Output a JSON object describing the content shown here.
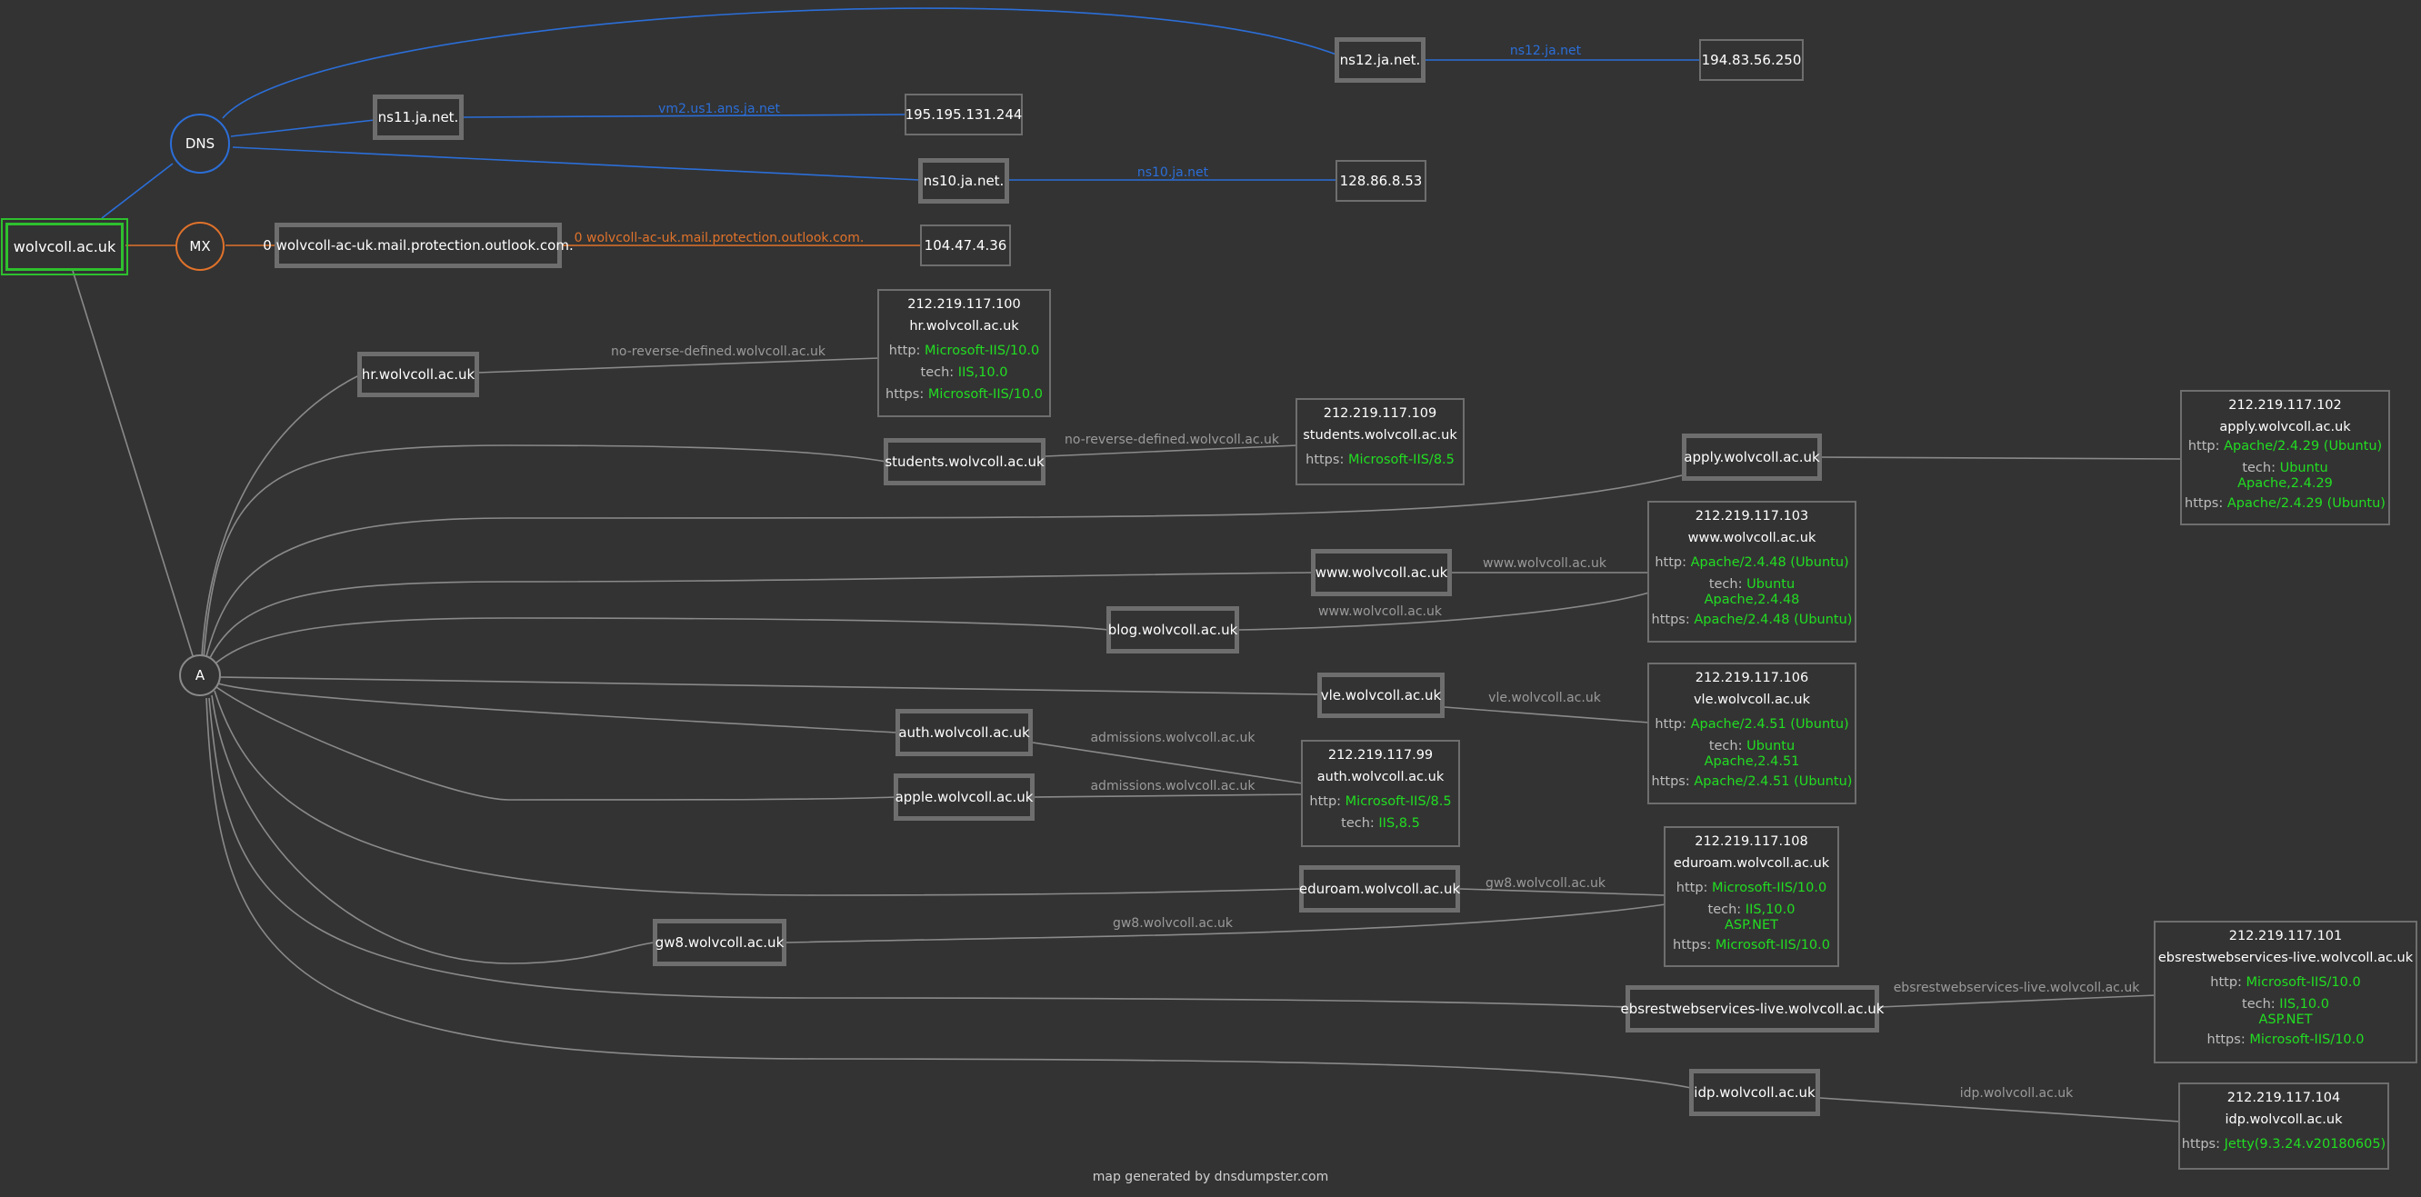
{
  "colors": {
    "background": "#333333",
    "dns_edge": "#2b6ed8",
    "mx_edge": "#e0722a",
    "a_edge": "#8a8a8a",
    "node_border": "#6e6e6e",
    "root_border": "#2ec02e",
    "value_green": "#22dd22"
  },
  "root": {
    "label": "wolvcoll.ac.uk"
  },
  "hubs": {
    "dns": "DNS",
    "mx": "MX",
    "a": "A"
  },
  "dns": {
    "ns12": {
      "host": "ns12.ja.net.",
      "ip": "194.83.56.250",
      "edge_label": "ns12.ja.net"
    },
    "ns11": {
      "host": "ns11.ja.net.",
      "ip": "195.195.131.244",
      "edge_label": "vm2.us1.ans.ja.net"
    },
    "ns10": {
      "host": "ns10.ja.net.",
      "ip": "128.86.8.53",
      "edge_label": "ns10.ja.net"
    }
  },
  "mx": {
    "host": "0 wolvcoll-ac-uk.mail.protection.outlook.com.",
    "ip": "104.47.4.36",
    "edge_label": "0 wolvcoll-ac-uk.mail.protection.outlook.com."
  },
  "a_hosts": {
    "hr": "hr.wolvcoll.ac.uk",
    "students": "students.wolvcoll.ac.uk",
    "apply": "apply.wolvcoll.ac.uk",
    "www": "www.wolvcoll.ac.uk",
    "blog": "blog.wolvcoll.ac.uk",
    "vle": "vle.wolvcoll.ac.uk",
    "auth": "auth.wolvcoll.ac.uk",
    "apple": "apple.wolvcoll.ac.uk",
    "eduroam": "eduroam.wolvcoll.ac.uk",
    "gw8": "gw8.wolvcoll.ac.uk",
    "ebsrest": "ebsrestwebservices-live.wolvcoll.ac.uk",
    "idp": "idp.wolvcoll.ac.uk"
  },
  "edge_labels": {
    "hr": "no-reverse-defined.wolvcoll.ac.uk",
    "students": "no-reverse-defined.wolvcoll.ac.uk",
    "www": "www.wolvcoll.ac.uk",
    "blog": "www.wolvcoll.ac.uk",
    "vle": "vle.wolvcoll.ac.uk",
    "auth": "admissions.wolvcoll.ac.uk",
    "apple": "admissions.wolvcoll.ac.uk",
    "eduroam": "gw8.wolvcoll.ac.uk",
    "gw8": "gw8.wolvcoll.ac.uk",
    "ebsrest": "ebsrestwebservices-live.wolvcoll.ac.uk",
    "idp": "idp.wolvcoll.ac.uk"
  },
  "info": {
    "hr": {
      "ip": "212.219.117.100",
      "name": "hr.wolvcoll.ac.uk",
      "http_key": "http:",
      "http": "Microsoft-IIS/10.0",
      "tech_key": "tech:",
      "tech": "IIS,10.0",
      "https_key": "https:",
      "https": "Microsoft-IIS/10.0"
    },
    "students": {
      "ip": "212.219.117.109",
      "name": "students.wolvcoll.ac.uk",
      "https_key": "https:",
      "https": "Microsoft-IIS/8.5"
    },
    "apply": {
      "ip": "212.219.117.102",
      "name": "apply.wolvcoll.ac.uk",
      "http_key": "http:",
      "http": "Apache/2.4.29 (Ubuntu)",
      "tech_key": "tech:",
      "tech1": "Ubuntu",
      "tech2": "Apache,2.4.29",
      "https_key": "https:",
      "https": "Apache/2.4.29 (Ubuntu)"
    },
    "www": {
      "ip": "212.219.117.103",
      "name": "www.wolvcoll.ac.uk",
      "http_key": "http:",
      "http": "Apache/2.4.48 (Ubuntu)",
      "tech_key": "tech:",
      "tech1": "Ubuntu",
      "tech2": "Apache,2.4.48",
      "https_key": "https:",
      "https": "Apache/2.4.48 (Ubuntu)"
    },
    "vle": {
      "ip": "212.219.117.106",
      "name": "vle.wolvcoll.ac.uk",
      "http_key": "http:",
      "http": "Apache/2.4.51 (Ubuntu)",
      "tech_key": "tech:",
      "tech1": "Ubuntu",
      "tech2": "Apache,2.4.51",
      "https_key": "https:",
      "https": "Apache/2.4.51 (Ubuntu)"
    },
    "auth": {
      "ip": "212.219.117.99",
      "name": "auth.wolvcoll.ac.uk",
      "http_key": "http:",
      "http": "Microsoft-IIS/8.5",
      "tech_key": "tech:",
      "tech": "IIS,8.5"
    },
    "eduroam": {
      "ip": "212.219.117.108",
      "name": "eduroam.wolvcoll.ac.uk",
      "http_key": "http:",
      "http": "Microsoft-IIS/10.0",
      "tech_key": "tech:",
      "tech1": "IIS,10.0",
      "tech2": "ASP.NET",
      "https_key": "https:",
      "https": "Microsoft-IIS/10.0"
    },
    "ebsrest": {
      "ip": "212.219.117.101",
      "name": "ebsrestwebservices-live.wolvcoll.ac.uk",
      "http_key": "http:",
      "http": "Microsoft-IIS/10.0",
      "tech_key": "tech:",
      "tech1": "IIS,10.0",
      "tech2": "ASP.NET",
      "https_key": "https:",
      "https": "Microsoft-IIS/10.0"
    },
    "idp": {
      "ip": "212.219.117.104",
      "name": "idp.wolvcoll.ac.uk",
      "https_key": "https:",
      "https": "Jetty(9.3.24.v20180605)"
    }
  },
  "footer": "map generated by dnsdumpster.com"
}
